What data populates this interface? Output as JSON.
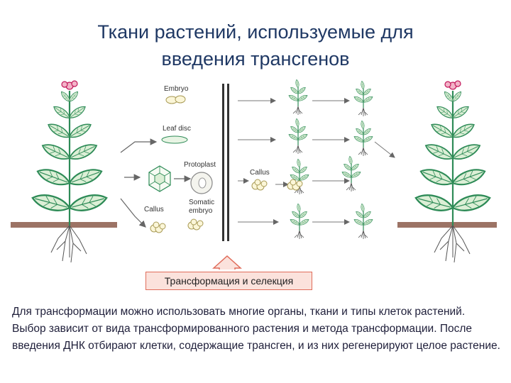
{
  "title": {
    "line1": "Ткани растений, используемые для",
    "line2": "введения трансгенов"
  },
  "diagram": {
    "labels": {
      "embryo": "Embryo",
      "leaf_disc": "Leaf disc",
      "protoplast": "Protoplast",
      "callus_left": "Callus",
      "somatic_line1": "Somatic",
      "somatic_line2": "embryo",
      "callus_right": "Callus"
    }
  },
  "transformation_label": "Трансформация и селекция",
  "description": "Для трансформации можно использовать многие органы, ткани и типы клеток растений. Выбор зависит от вида трансформированного растения и метода трансформации.  После введения ДНК отбирают клетки, содержащие трансген, и из них регенерируют целое растение.",
  "colors": {
    "title": "#1f3864",
    "leaf": "#2e8b57",
    "flower": "#c2185b",
    "soil": "#8b5a4a",
    "arrow": "#e06c5a",
    "box_fill": "#fbe2dc"
  }
}
